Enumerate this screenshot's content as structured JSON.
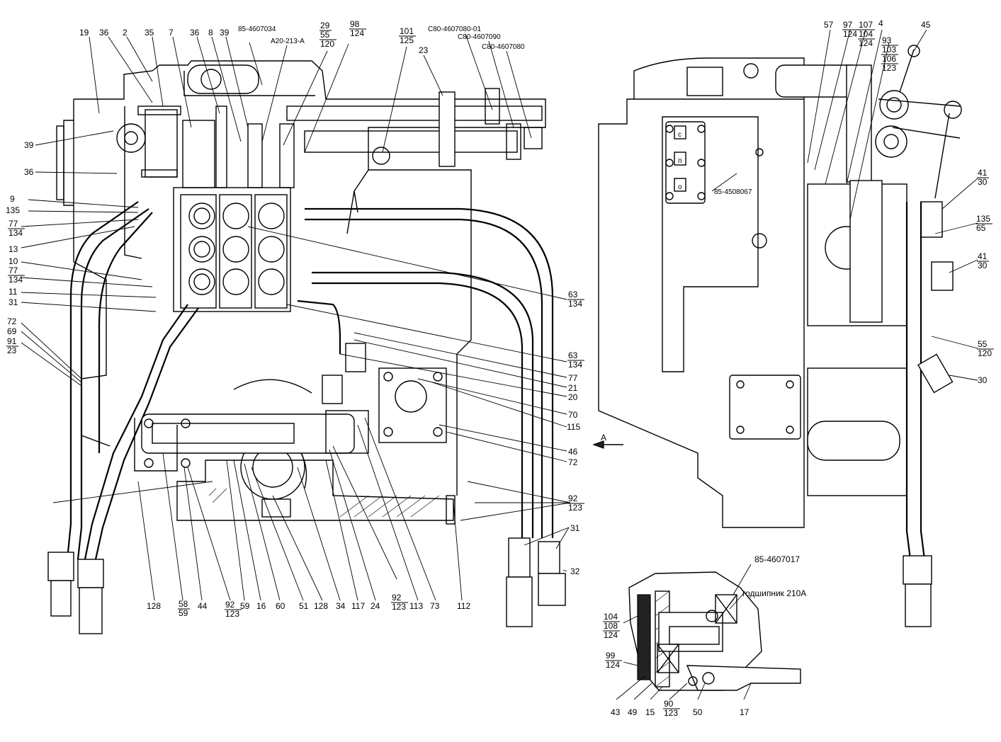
{
  "callouts": [
    {
      "id": "c19",
      "lines": [
        "19"
      ]
    },
    {
      "id": "c36a",
      "lines": [
        "36"
      ]
    },
    {
      "id": "c2",
      "lines": [
        "2"
      ]
    },
    {
      "id": "c35",
      "lines": [
        "35"
      ]
    },
    {
      "id": "c7",
      "lines": [
        "7"
      ]
    },
    {
      "id": "c36b",
      "lines": [
        "36"
      ]
    },
    {
      "id": "c8",
      "lines": [
        "8"
      ]
    },
    {
      "id": "c39a",
      "lines": [
        "39"
      ]
    },
    {
      "id": "c85_4607034",
      "lines": [
        "85-4607034"
      ]
    },
    {
      "id": "cA20",
      "lines": [
        "А20-213-А"
      ]
    },
    {
      "id": "c29",
      "lines": [
        "29",
        "55",
        "120"
      ]
    },
    {
      "id": "c98",
      "lines": [
        "98",
        "124"
      ]
    },
    {
      "id": "c101",
      "lines": [
        "101",
        "125"
      ]
    },
    {
      "id": "c23a",
      "lines": [
        "23"
      ]
    },
    {
      "id": "cC80_01",
      "lines": [
        "С80-4607080-01"
      ]
    },
    {
      "id": "cC80_90",
      "lines": [
        "С80-4607090"
      ]
    },
    {
      "id": "cC80_80",
      "lines": [
        "С80-4607080"
      ]
    },
    {
      "id": "c39b",
      "lines": [
        "39"
      ]
    },
    {
      "id": "c36c",
      "lines": [
        "36"
      ]
    },
    {
      "id": "c9",
      "lines": [
        "9"
      ]
    },
    {
      "id": "c135a",
      "lines": [
        "135"
      ]
    },
    {
      "id": "c77a",
      "lines": [
        "77",
        "134"
      ]
    },
    {
      "id": "c13",
      "lines": [
        "13"
      ]
    },
    {
      "id": "c10",
      "lines": [
        "10"
      ]
    },
    {
      "id": "c77b",
      "lines": [
        "77",
        "134"
      ]
    },
    {
      "id": "c11",
      "lines": [
        "11"
      ]
    },
    {
      "id": "c31a",
      "lines": [
        "31"
      ]
    },
    {
      "id": "c72a",
      "lines": [
        "72"
      ]
    },
    {
      "id": "c69",
      "lines": [
        "69"
      ]
    },
    {
      "id": "c91",
      "lines": [
        "91",
        "23"
      ]
    },
    {
      "id": "c63a",
      "lines": [
        "63",
        "134"
      ]
    },
    {
      "id": "c63b",
      "lines": [
        "63",
        "134"
      ]
    },
    {
      "id": "c77c",
      "lines": [
        "77"
      ]
    },
    {
      "id": "c21",
      "lines": [
        "21"
      ]
    },
    {
      "id": "c20",
      "lines": [
        "20"
      ]
    },
    {
      "id": "c70",
      "lines": [
        "70"
      ]
    },
    {
      "id": "c115",
      "lines": [
        "115"
      ]
    },
    {
      "id": "c46",
      "lines": [
        "46"
      ]
    },
    {
      "id": "c72b",
      "lines": [
        "72"
      ]
    },
    {
      "id": "c92a",
      "lines": [
        "92",
        "123"
      ]
    },
    {
      "id": "c31b",
      "lines": [
        "31"
      ]
    },
    {
      "id": "c32",
      "lines": [
        "32"
      ]
    },
    {
      "id": "c128a",
      "lines": [
        "128"
      ]
    },
    {
      "id": "c58",
      "lines": [
        "58",
        "59"
      ]
    },
    {
      "id": "c44",
      "lines": [
        "44"
      ]
    },
    {
      "id": "c92b",
      "lines": [
        "92",
        "123"
      ]
    },
    {
      "id": "c59",
      "lines": [
        "59"
      ]
    },
    {
      "id": "c16",
      "lines": [
        "16"
      ]
    },
    {
      "id": "c60",
      "lines": [
        "60"
      ]
    },
    {
      "id": "c51",
      "lines": [
        "51"
      ]
    },
    {
      "id": "c128b",
      "lines": [
        "128"
      ]
    },
    {
      "id": "c34",
      "lines": [
        "34"
      ]
    },
    {
      "id": "c117",
      "lines": [
        "117"
      ]
    },
    {
      "id": "c24",
      "lines": [
        "24"
      ]
    },
    {
      "id": "c92c",
      "lines": [
        "92",
        "123"
      ]
    },
    {
      "id": "c113",
      "lines": [
        "113"
      ]
    },
    {
      "id": "c73",
      "lines": [
        "73"
      ]
    },
    {
      "id": "c112",
      "lines": [
        "112"
      ]
    },
    {
      "id": "c57",
      "lines": [
        "57"
      ]
    },
    {
      "id": "c97",
      "lines": [
        "97",
        "124"
      ]
    },
    {
      "id": "c107",
      "lines": [
        "107",
        "104",
        "124"
      ]
    },
    {
      "id": "c4",
      "lines": [
        "4"
      ]
    },
    {
      "id": "c93",
      "lines": [
        "93",
        "103",
        "106",
        "123"
      ]
    },
    {
      "id": "c45",
      "lines": [
        "45"
      ]
    },
    {
      "id": "c85_4508067",
      "lines": [
        "85-4508067"
      ]
    },
    {
      "id": "c41a",
      "lines": [
        "41",
        "30"
      ]
    },
    {
      "id": "c135b",
      "lines": [
        "135",
        "65"
      ]
    },
    {
      "id": "c41b",
      "lines": [
        "41",
        "30"
      ]
    },
    {
      "id": "c55",
      "lines": [
        "55",
        "120"
      ]
    },
    {
      "id": "c30",
      "lines": [
        "30"
      ]
    },
    {
      "id": "cA",
      "lines": [
        "А"
      ]
    },
    {
      "id": "c85_4607017",
      "lines": [
        "85-4607017"
      ]
    },
    {
      "id": "cbearing",
      "lines": [
        "годшипник 210А"
      ]
    },
    {
      "id": "c104",
      "lines": [
        "104",
        "108",
        "124"
      ]
    },
    {
      "id": "c99",
      "lines": [
        "99",
        "124"
      ]
    },
    {
      "id": "c43",
      "lines": [
        "43"
      ]
    },
    {
      "id": "c49",
      "lines": [
        "49"
      ]
    },
    {
      "id": "c15",
      "lines": [
        "15"
      ]
    },
    {
      "id": "c90",
      "lines": [
        "90",
        "123"
      ]
    },
    {
      "id": "c50",
      "lines": [
        "50"
      ]
    },
    {
      "id": "c17",
      "lines": [
        "17"
      ]
    }
  ],
  "plate_letters": [
    "с",
    "п",
    "о"
  ]
}
